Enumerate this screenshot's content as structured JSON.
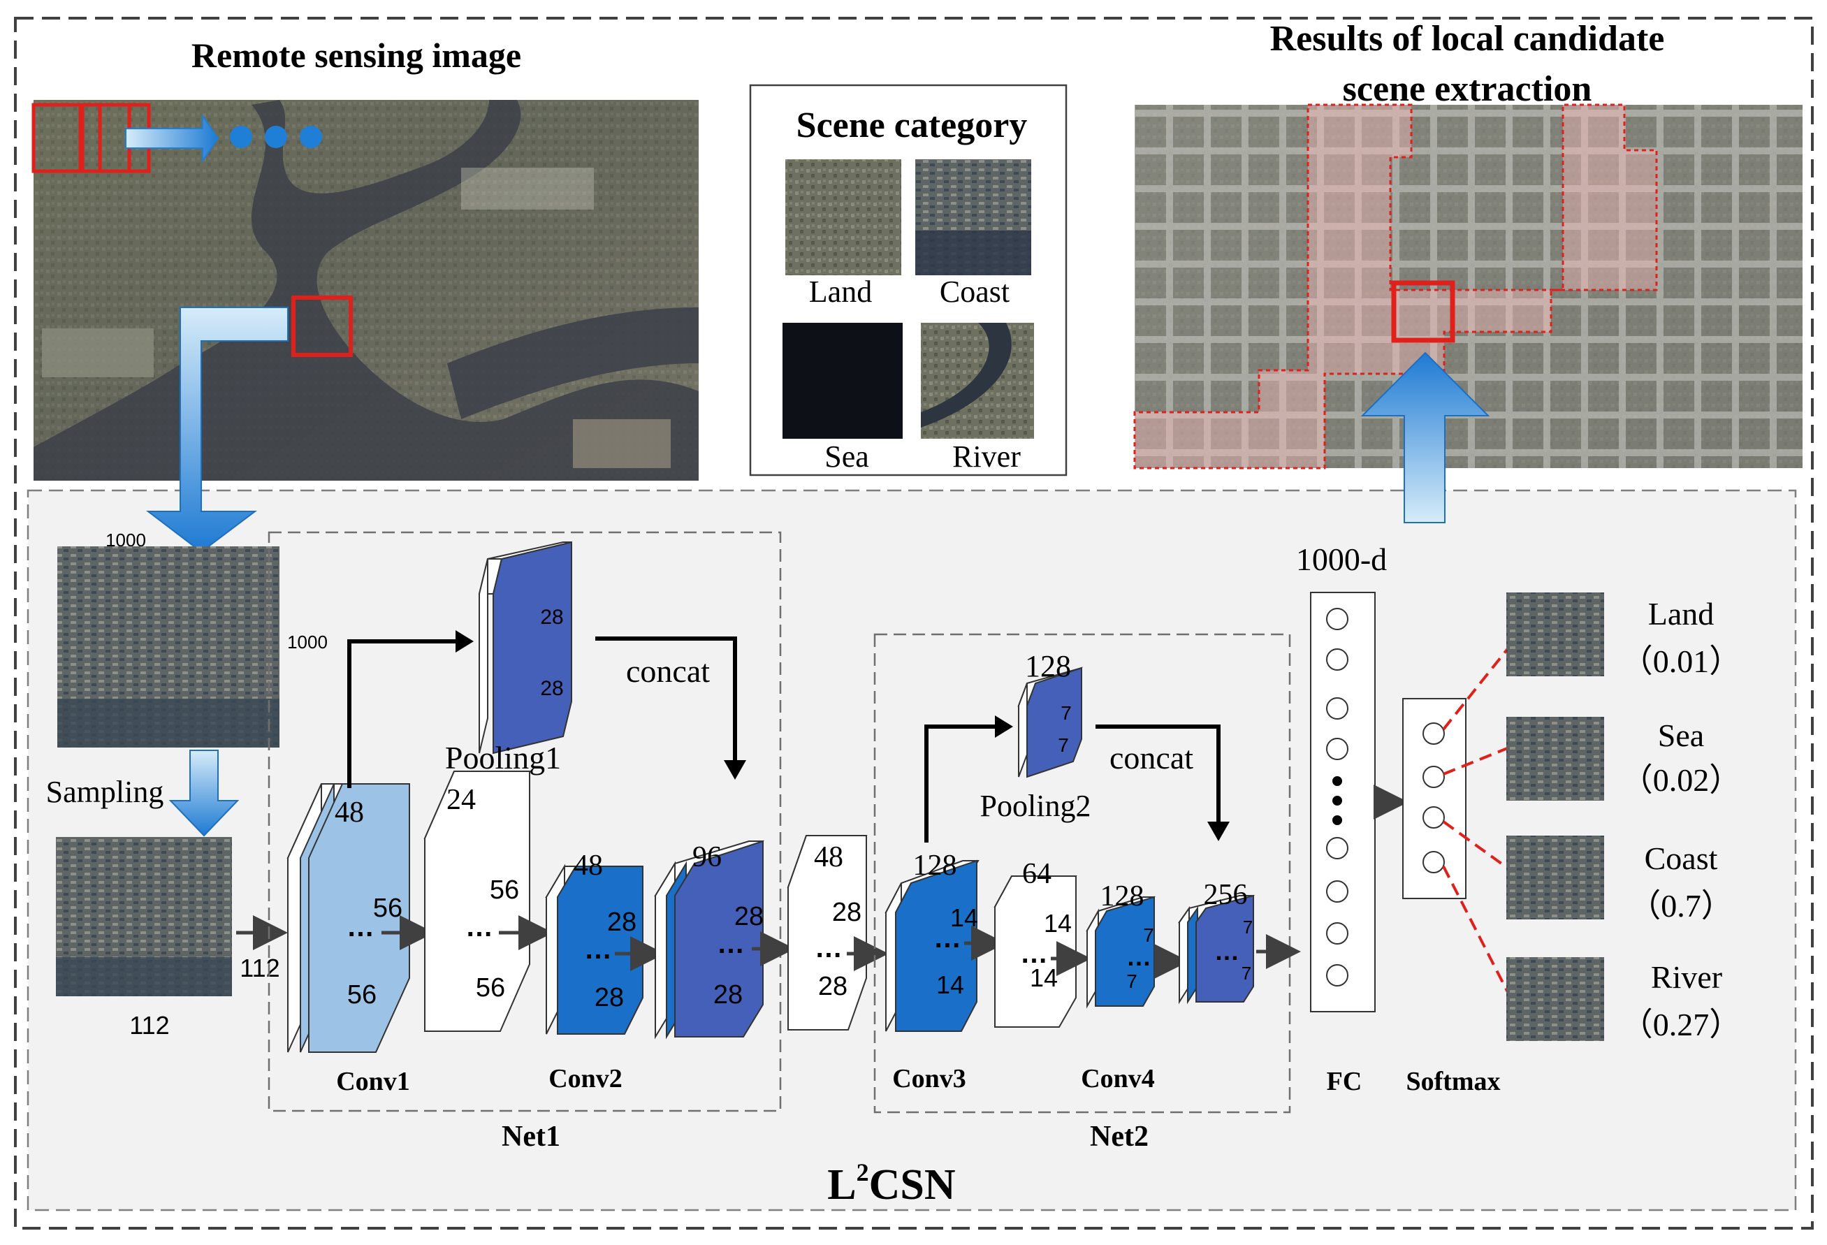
{
  "titles": {
    "remote": "Remote sensing image",
    "results_line1": "Results of local candidate",
    "results_line2": "scene extraction",
    "scene_category": "Scene category"
  },
  "scene_category": {
    "items": [
      {
        "label": "Land"
      },
      {
        "label": "Coast"
      },
      {
        "label": "Sea"
      },
      {
        "label": "River"
      }
    ]
  },
  "input": {
    "size_top": "1000",
    "size_side": "1000",
    "sampling": "Sampling",
    "size_112_side": "112",
    "size_112_bottom": "112"
  },
  "net1": {
    "name": "Net1",
    "conv1": {
      "label": "Conv1",
      "depth": "48",
      "w": "56",
      "h": "56"
    },
    "block24": {
      "depth": "24",
      "w": "56",
      "h": "56"
    },
    "pooling1": {
      "label": "Pooling1",
      "w": "28",
      "h": "28"
    },
    "concat": "concat",
    "conv2": {
      "label": "Conv2",
      "depth": "48",
      "w": "28",
      "h": "28"
    },
    "block96": {
      "depth": "96",
      "w": "28",
      "h": "28"
    }
  },
  "net2": {
    "name": "Net2",
    "block48": {
      "depth": "48",
      "w": "28",
      "h": "28"
    },
    "conv3": {
      "label": "Conv3",
      "depth": "128",
      "w": "14",
      "h": "14"
    },
    "block64": {
      "depth": "64",
      "w": "14",
      "h": "14"
    },
    "pooling2": {
      "label": "Pooling2",
      "depth": "128",
      "w": "7",
      "h": "7"
    },
    "concat": "concat",
    "conv4": {
      "label": "Conv4",
      "depth": "128",
      "w": "7",
      "h": "7"
    },
    "block256": {
      "depth": "256",
      "w": "7",
      "h": "7"
    }
  },
  "dots": "…",
  "fc": {
    "label": "FC",
    "dim": "1000-d"
  },
  "softmax": {
    "label": "Softmax"
  },
  "outputs": [
    {
      "name": "Land",
      "prob": "（0.01）"
    },
    {
      "name": "Sea",
      "prob": "（0.02）"
    },
    {
      "name": "Coast",
      "prob": "（0.7）"
    },
    {
      "name": "River",
      "prob": "（0.27）"
    }
  ],
  "model_name": {
    "base": "L",
    "sup": "2",
    "rest": "CSN"
  },
  "colors": {
    "red_box": "#e0201b",
    "arrow_blue": "#1f7fd6",
    "arrow_light": "#bfe0f5",
    "conv_light": "#9cc3e6",
    "conv_blue": "#1a6fc8",
    "pool_blue": "#4460b8",
    "panel_gray": "#f2f2f2"
  }
}
